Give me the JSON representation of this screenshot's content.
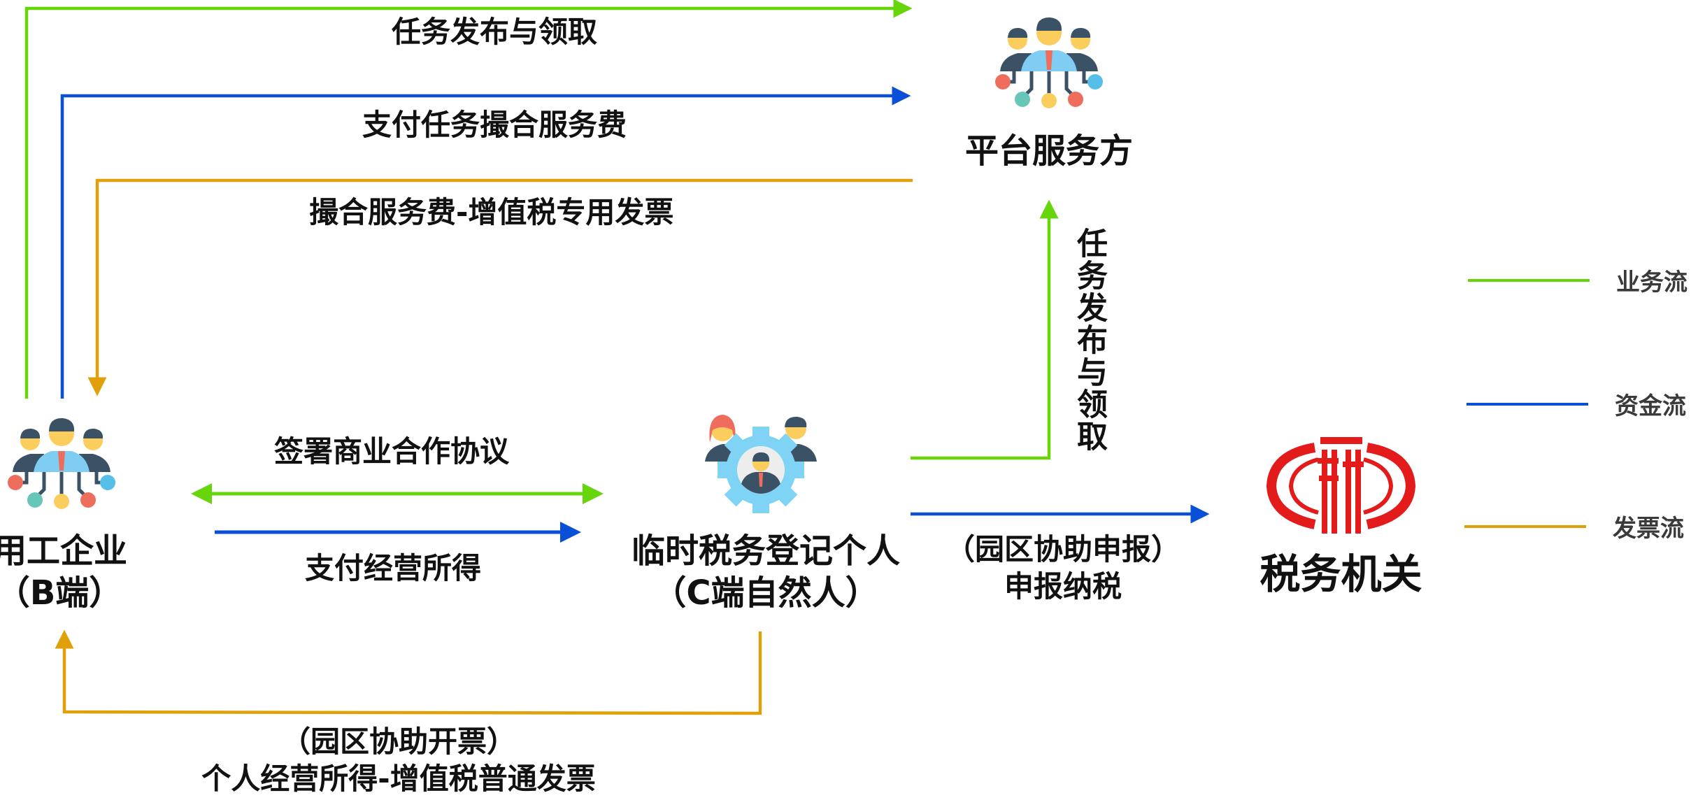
{
  "colors": {
    "business_flow": "#66d60a",
    "fund_flow": "#0a4fd8",
    "invoice_flow": "#e0a00a",
    "tax_red": "#e31b1b"
  },
  "nodes": {
    "enterprise": {
      "line1": "用工企业",
      "line2": "（B端）",
      "icon": "group-network-icon"
    },
    "platform": {
      "title": "平台服务方",
      "icon": "group-network-icon"
    },
    "individual": {
      "line1": "临时税务登记个人",
      "line2": "（C端自然人）",
      "icon": "people-gear-icon"
    },
    "tax_authority": {
      "title": "税务机关",
      "icon": "tax-emblem-icon"
    }
  },
  "flows": {
    "task_publish_top": "任务发布与领取",
    "pay_matching_fee": "支付任务撮合服务费",
    "matching_fee_invoice": "撮合服务费-增值税专用发票",
    "sign_agreement": "签署商业合作协议",
    "pay_business_income": "支付经营所得",
    "task_publish_vertical": "任务发布与领取",
    "park_assist_declare_line1": "（园区协助申报）",
    "park_assist_declare_line2": "申报纳税",
    "park_assist_invoice_line1": "（园区协助开票）",
    "park_assist_invoice_line2": "个人经营所得-增值税普通发票"
  },
  "legend": [
    {
      "label": "业务流",
      "type": "business"
    },
    {
      "label": "资金流",
      "type": "fund"
    },
    {
      "label": "发票流",
      "type": "invoice"
    }
  ]
}
